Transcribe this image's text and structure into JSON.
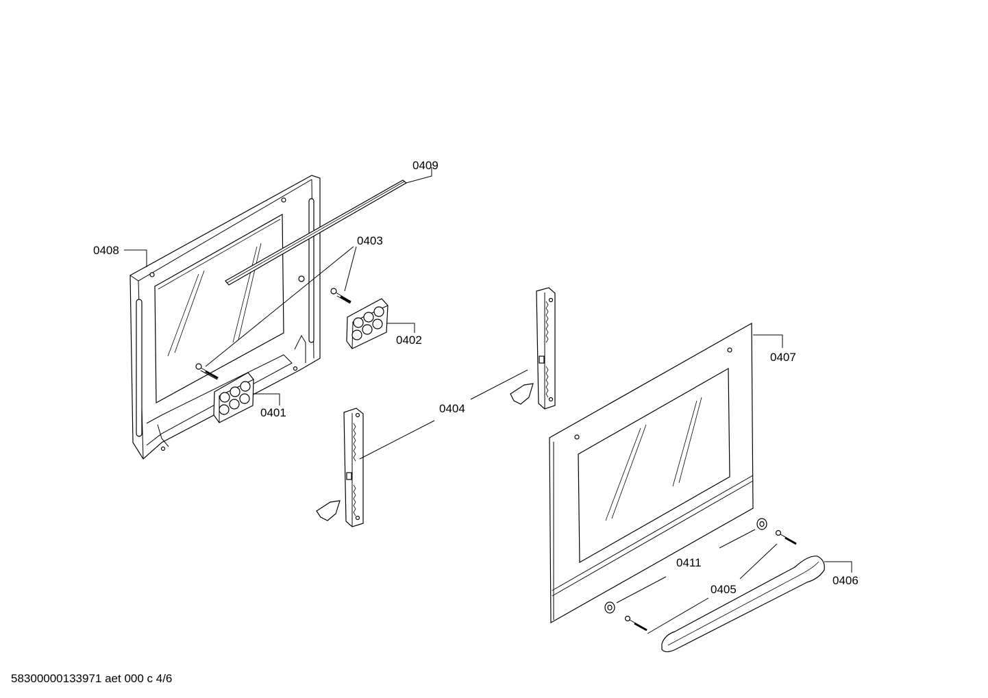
{
  "callouts": {
    "p0401": "0401",
    "p0402": "0402",
    "p0403": "0403",
    "p0404": "0404",
    "p0405": "0405",
    "p0406": "0406",
    "p0407": "0407",
    "p0408": "0408",
    "p0409": "0409",
    "p0411": "0411"
  },
  "footer": {
    "doc_code": "58300000133971 aet 000 c 4/6"
  }
}
